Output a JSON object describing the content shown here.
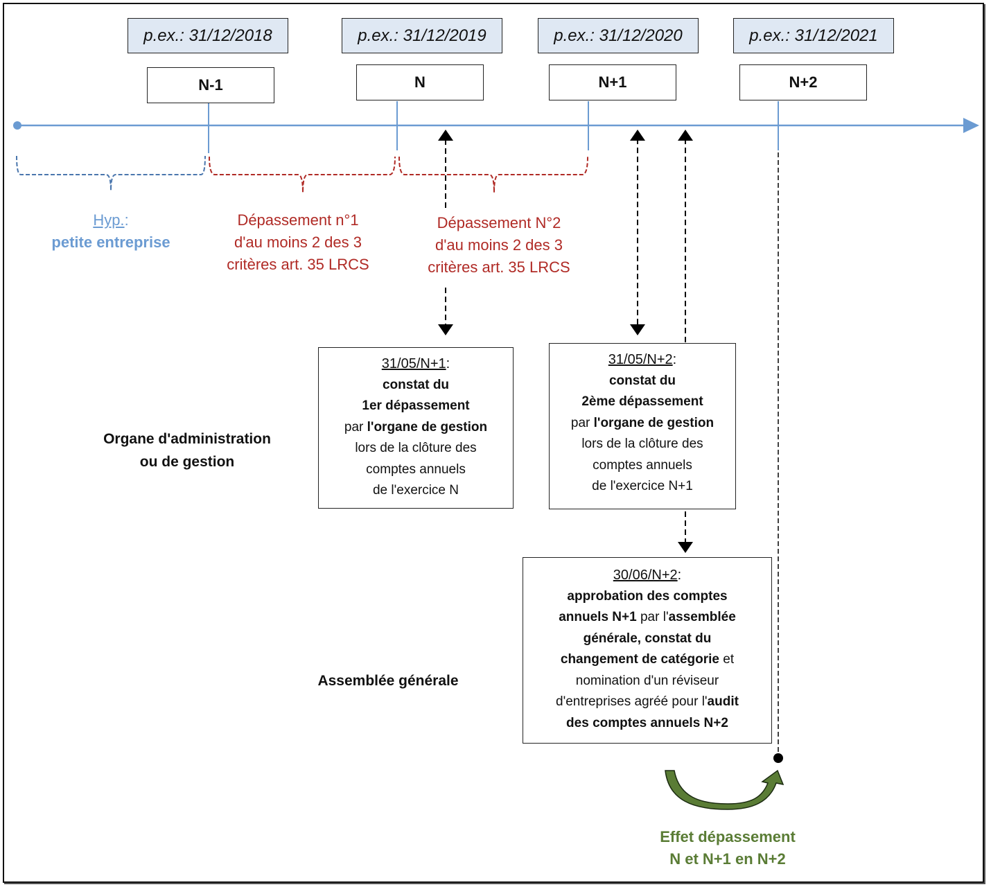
{
  "timeline": {
    "periods": [
      {
        "date_label": "p.ex.: 31/12/2018",
        "year_label": "N-1"
      },
      {
        "date_label": "p.ex.: 31/12/2019",
        "year_label": "N"
      },
      {
        "date_label": "p.ex.: 31/12/2020",
        "year_label": "N+1"
      },
      {
        "date_label": "p.ex.: 31/12/2021",
        "year_label": "N+2"
      }
    ]
  },
  "brackets": {
    "hypothesis": {
      "prefix": "Hyp.",
      "suffix": ":",
      "line2": "petite entreprise"
    },
    "exceed1": {
      "line1": "Dépassement n°1",
      "line2": "d'au moins 2 des 3",
      "line3": "critères art. 35  LRCS"
    },
    "exceed2": {
      "line1": "Dépassement N°2",
      "line2": "d'au moins 2 des 3",
      "line3": "critères art. 35  LRCS"
    }
  },
  "actors": {
    "management": {
      "line1": "Organe d'administration",
      "line2": "ou de gestion"
    },
    "assembly": {
      "line1": "Assemblée générale"
    }
  },
  "events": {
    "first": {
      "date": " 31/05/N+1",
      "colon": ":",
      "line1": "constat  du",
      "line2": "1er dépassement",
      "line3_pre": "par ",
      "line3_bold": "l'organe  de gestion",
      "line4": "lors de la clôture des",
      "line5": "comptes  annuels",
      "line6": "de l'exercice N"
    },
    "second": {
      "date": " 31/05/N+2",
      "colon": ":",
      "line1": "constat  du",
      "line2": "2ème dépassement",
      "line3_pre": "par ",
      "line3_bold": "l'organe  de gestion",
      "line4": "lors de la clôture des",
      "line5": "comptes  annuels",
      "line6": "de l'exercice N+1"
    },
    "assembly": {
      "date": " 30/06/N+2",
      "colon": ":",
      "line1": "approbation  des comptes",
      "line2_bold": "annuels N+1",
      "line2_mid": " par l'",
      "line2_bold2": "assemblée",
      "line3": "générale, constat  du",
      "line4_bold": "changement  de catégorie",
      "line4_rest": " et",
      "line5": "nomination d'un réviseur",
      "line6_pre": "d'entreprises agréé pour l'",
      "line6_bold": "audit",
      "line7": "des comptes annuels N+2"
    }
  },
  "effect": {
    "line1": "Effet dépassement",
    "line2": "N et N+1 en N+2"
  },
  "colors": {
    "timeline": "#6b9bd2",
    "red_text": "#b02a25",
    "green": "#5a7c35",
    "date_box_fill": "#dfe8f3"
  }
}
